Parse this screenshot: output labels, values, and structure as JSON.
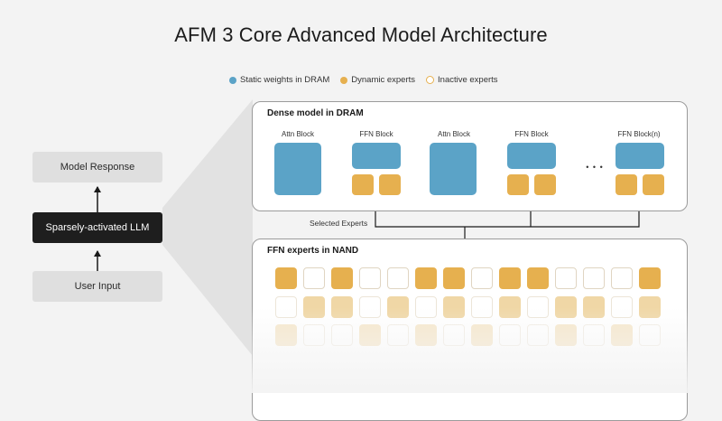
{
  "title": "AFM 3 Core Advanced Model Architecture",
  "legend": {
    "static": "Static weights in DRAM",
    "dynamic": "Dynamic experts",
    "inactive": "Inactive experts"
  },
  "left": {
    "response": "Model Response",
    "llm": "Sparsely-activated LLM",
    "input": "User Input"
  },
  "dense": {
    "title": "Dense model in DRAM",
    "blocks": [
      "Attn Block",
      "FFN Block",
      "Attn Block",
      "FFN Block",
      "FFN Block(n)"
    ],
    "ellipsis": "• • •"
  },
  "selected_label": "Selected Experts",
  "nand": {
    "title": "FFN experts in NAND",
    "rows": [
      [
        1,
        0,
        1,
        0,
        0,
        1,
        1,
        0,
        1,
        1,
        0,
        0,
        0,
        1
      ],
      [
        0,
        1,
        1,
        0,
        1,
        0,
        1,
        0,
        1,
        0,
        1,
        1,
        0,
        1
      ],
      [
        1,
        0,
        0,
        1,
        0,
        1,
        0,
        1,
        0,
        0,
        1,
        0,
        1,
        0
      ]
    ]
  },
  "colors": {
    "static": "#5ba3c7",
    "dynamic": "#e6b04f",
    "dark": "#1e1e1e"
  }
}
